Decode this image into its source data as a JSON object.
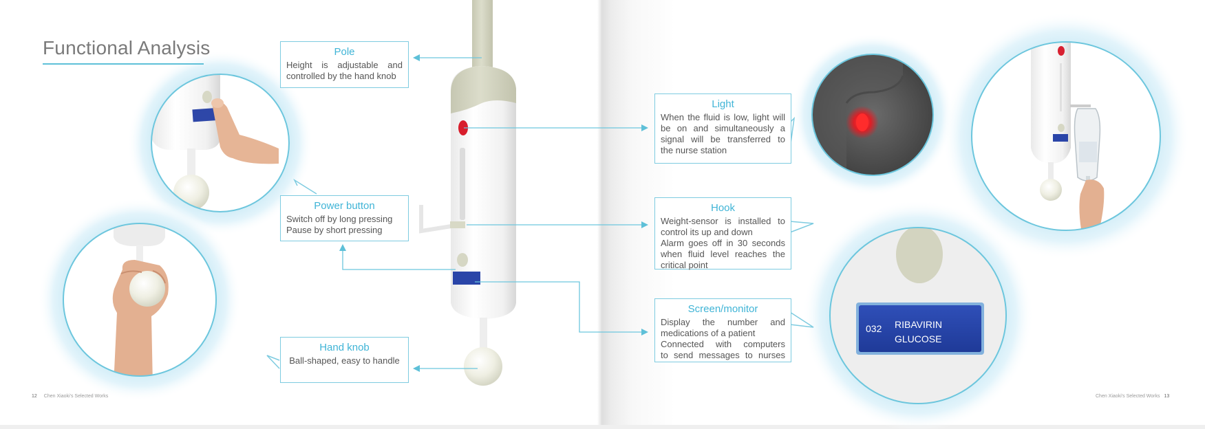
{
  "page_title": "Functional Analysis",
  "callouts": {
    "pole": {
      "title": "Pole",
      "lines": [
        "Height is adjustable and",
        "controlled by the hand knob"
      ]
    },
    "power_button": {
      "title": "Power button",
      "lines": [
        "Switch off by long pressing",
        "Pause by short pressing"
      ]
    },
    "hand_knob": {
      "title": "Hand knob",
      "lines": [
        "Ball-shaped, easy to handle"
      ]
    },
    "light": {
      "title": "Light",
      "lines": [
        "When the fluid is low, light will",
        "be on and simultaneously a",
        "signal will be transferred to",
        "the nurse station"
      ]
    },
    "hook": {
      "title": "Hook",
      "lines": [
        "Weight-sensor is installed to",
        "control its up and down",
        "Alarm goes off in 30 seconds",
        "when fluid level reaches the",
        "critical point"
      ]
    },
    "screen": {
      "title": "Screen/monitor",
      "lines": [
        "Display the number and",
        "medications of a patient",
        "Connected with computers",
        "to send messages to nurses"
      ]
    }
  },
  "screen_display": {
    "number": "032",
    "line1": "RIBAVIRIN",
    "line2": "GLUCOSE"
  },
  "footer": {
    "left": {
      "page": "12",
      "text": "Chen Xiaoki’s Selected Works"
    },
    "right": {
      "page": "13",
      "text": "Chen Xiaoki’s Selected Works"
    }
  },
  "colors": {
    "accent": "#5ec0d8",
    "accent_text": "#3fb4d6",
    "display_blue": "#2a45a8",
    "indicator_red": "#d81e2c",
    "device_beige": "#d4d5c2"
  }
}
